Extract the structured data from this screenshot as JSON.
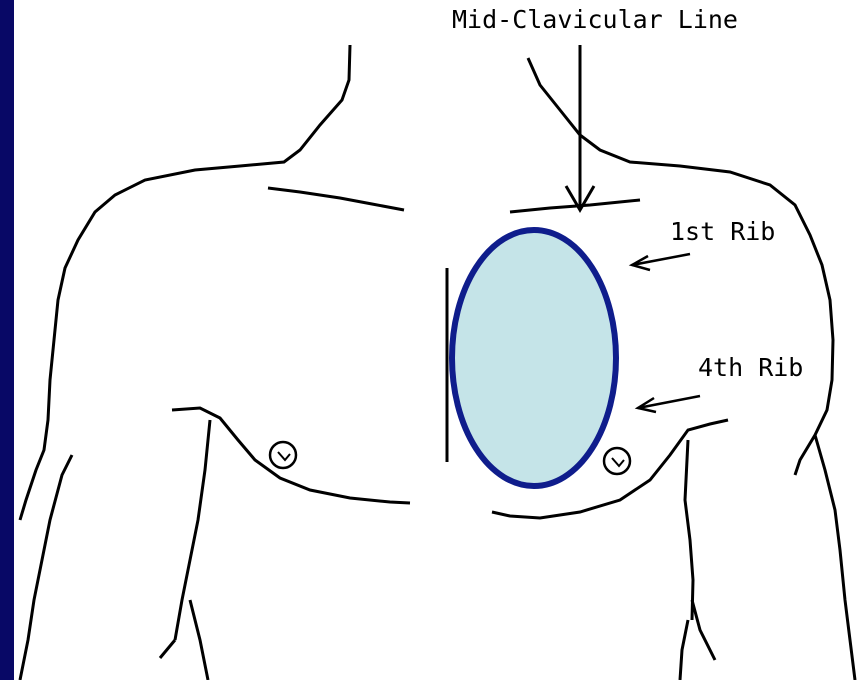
{
  "labels": {
    "mid_clavicular_line": "Mid-Clavicular Line",
    "first_rib": "1st Rib",
    "fourth_rib": "4th Rib"
  },
  "colors": {
    "background": "#0a0a6e",
    "panel": "#ffffff",
    "ellipse_fill": "#c5e4e8",
    "ellipse_stroke": "#0f1d8c",
    "line": "#000000"
  }
}
